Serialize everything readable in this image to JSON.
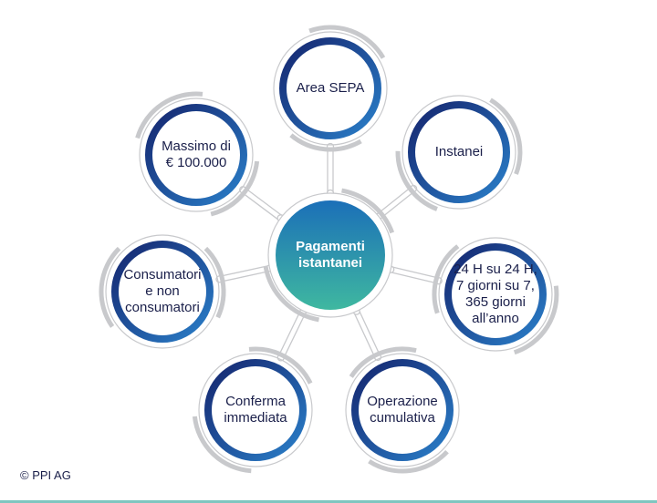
{
  "center": {
    "label": "Pagamenti\nistantanei"
  },
  "nodes": [
    {
      "id": "area-sepa",
      "label": "Area SEPA"
    },
    {
      "id": "instanei",
      "label": "Instanei"
    },
    {
      "id": "24h",
      "label": "24 H su 24 H,\n7 giorni su 7,\n365 giorni\nall’anno"
    },
    {
      "id": "operazione-cumulativa",
      "label": "Operazione\ncumulativa"
    },
    {
      "id": "conferma-immediata",
      "label": "Conferma\nimmediata"
    },
    {
      "id": "consumatori",
      "label": "Consumatori\ne non\nconsumatori"
    },
    {
      "id": "massimo",
      "label": "Massimo di\n€ 100.000"
    }
  ],
  "footer": {
    "copyright": "© PPI AG"
  },
  "colors": {
    "ring_dark": "#15256e",
    "ring_light": "#2a7fc9",
    "grey": "#c8c9cc",
    "center_top": "#1b6fb8",
    "center_bottom": "#3fb8a0",
    "text": "#1a1f4a",
    "bottom_rule": "#7fc6c0"
  }
}
